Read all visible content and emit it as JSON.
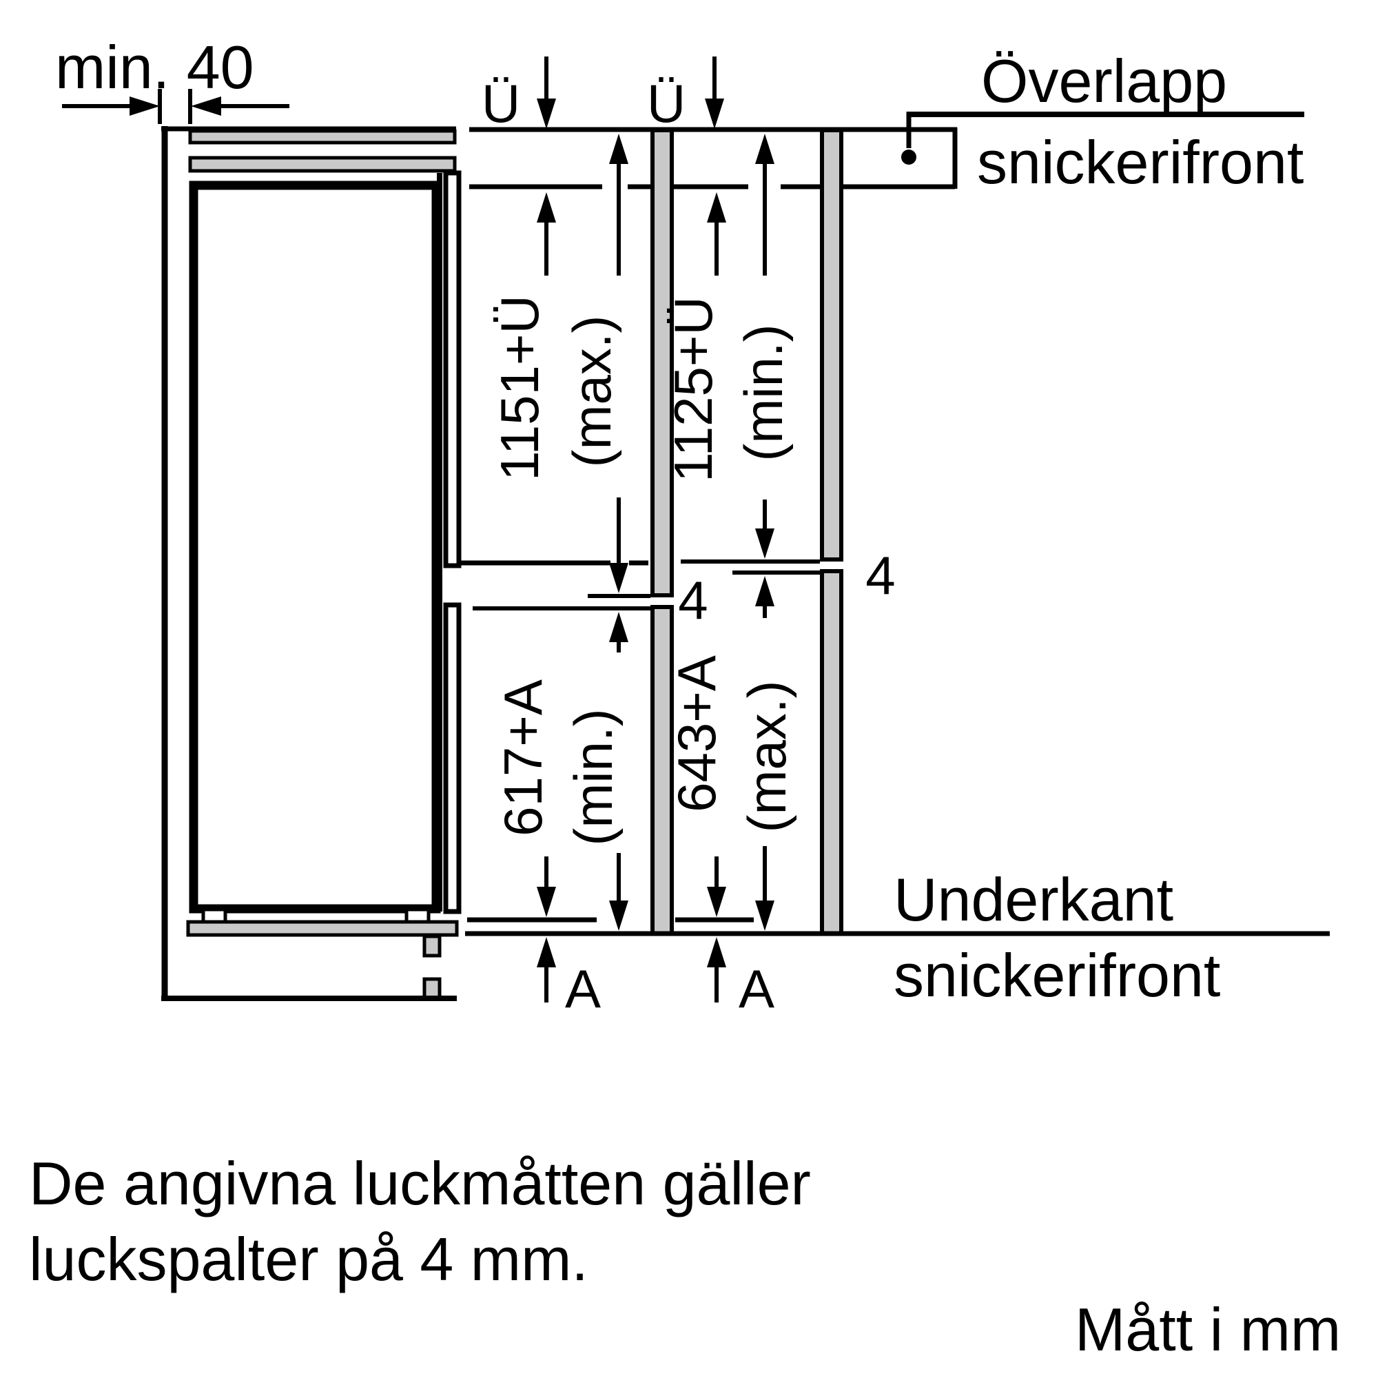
{
  "dim": {
    "min_gap": "min. 40",
    "overlap_symbol": "Ü",
    "upper_left_value": "1151+Ü",
    "upper_left_qual": "(max.)",
    "upper_right_value": "1125+Ü",
    "upper_right_qual": "(min.)",
    "lower_left_value": "617+A",
    "lower_left_qual": "(min.)",
    "lower_right_value": "643+A",
    "lower_right_qual": "(max.)",
    "door_gap": "4",
    "bottom_offset_symbol": "A"
  },
  "callouts": {
    "overlap_line1": "Överlapp",
    "overlap_line2": "snickerifront",
    "bottom_line1": "Underkant",
    "bottom_line2": "snickerifront"
  },
  "notes": {
    "line1": "De angivna luckmåtten gäller",
    "line2": "luckspalter på 4 mm.",
    "units": "Mått i mm"
  },
  "colors": {
    "stroke": "#000000",
    "panel_fill": "#c9c9c9",
    "background": "#ffffff"
  }
}
